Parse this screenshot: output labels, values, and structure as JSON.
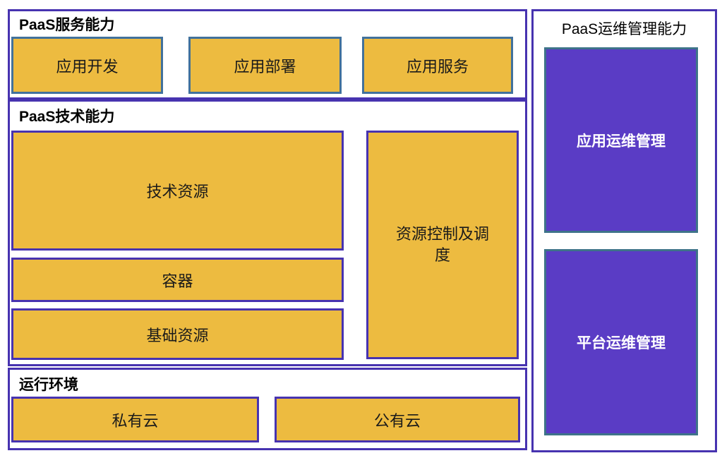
{
  "colors": {
    "orange_fill": "#edbb40",
    "blue_border": "#41719c",
    "purple_border": "#4733b0",
    "violet_fill": "#5a3cc5",
    "teal_border": "#3e7389",
    "violet_text": "#ffffff",
    "title_text": "#000000"
  },
  "left": {
    "service_section": {
      "title": "PaaS服务能力",
      "boxes": [
        {
          "label": "应用开发"
        },
        {
          "label": "应用部署"
        },
        {
          "label": "应用服务"
        }
      ]
    },
    "tech_section": {
      "title": "PaaS技术能力",
      "stack_boxes": [
        {
          "label": "技术资源"
        },
        {
          "label": "容器"
        },
        {
          "label": "基础资源"
        }
      ],
      "side_box": {
        "label": "资源控制及调度"
      }
    },
    "runtime_section": {
      "title": "运行环境",
      "boxes": [
        {
          "label": "私有云"
        },
        {
          "label": "公有云"
        }
      ]
    }
  },
  "right": {
    "title": "PaaS运维管理能力",
    "boxes": [
      {
        "label": "应用运维管理"
      },
      {
        "label": "平台运维管理"
      }
    ]
  }
}
